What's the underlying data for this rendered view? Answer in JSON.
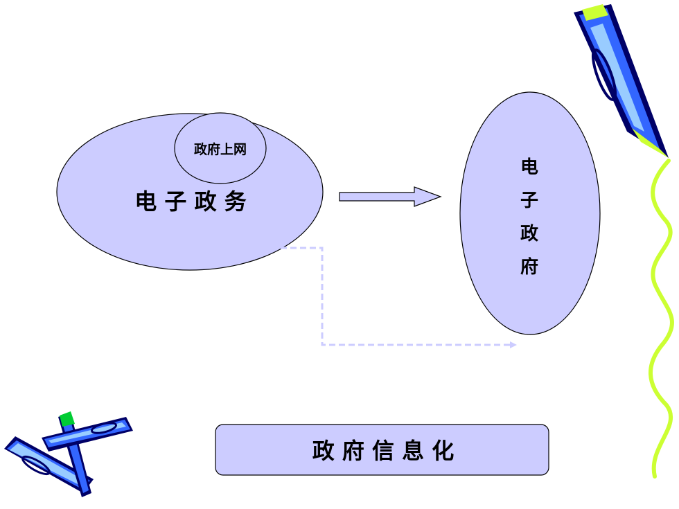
{
  "diagram": {
    "outer_ellipse_label": "电 子 政 务",
    "inner_ellipse_label": "政府上网",
    "right_ellipse_chars": [
      "电",
      "子",
      "政",
      "府"
    ],
    "bottom_box_label": "政 府 信 息 化"
  },
  "colors": {
    "shape_fill": "#ccccff",
    "outline": "#000000",
    "dashed_connector": "#ccccff",
    "wavy_line": "#ccff33",
    "crayon_blue": "#3366ff",
    "crayon_dark": "#000066",
    "crayon_light": "#99ccff",
    "crayon_green": "#00cc33",
    "crayon_yellow": "#ccff33"
  },
  "icons": [
    "crayon-icon",
    "crayons-bundle-icon"
  ]
}
